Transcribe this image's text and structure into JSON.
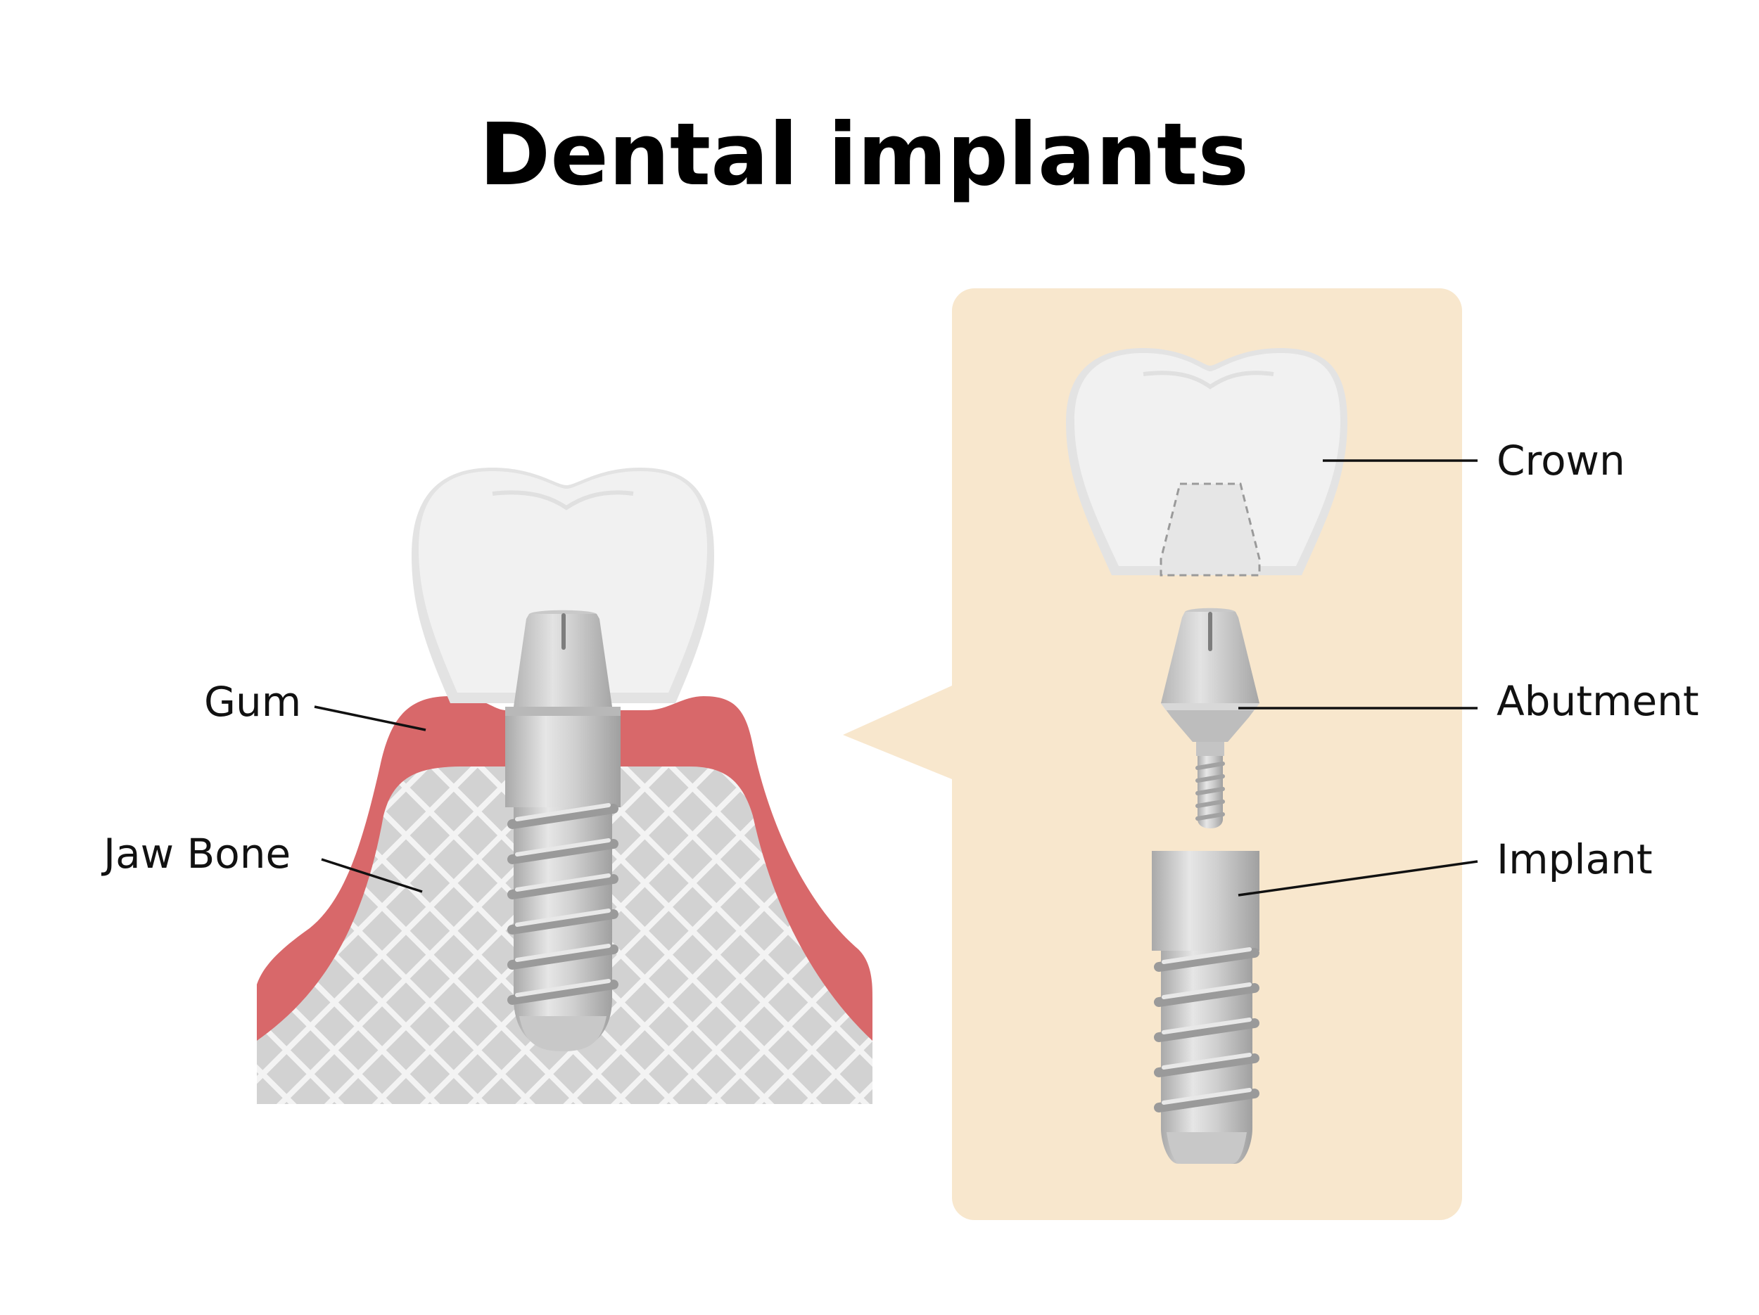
{
  "title": "Dental implants",
  "labels": {
    "gum": "Gum",
    "jaw_bone": "Jaw Bone",
    "crown": "Crown",
    "abutment": "Abutment",
    "implant": "Implant"
  },
  "colors": {
    "background": "#ffffff",
    "callout_panel": "#f8e7cd",
    "gum": "#d8686a",
    "bone": "#d2d2d2",
    "bone_mesh": "#f3f3f3",
    "crown": "#f0f0f0",
    "crown_shadow": "#e2e2e2",
    "metal_light": "#e2e2e2",
    "metal_mid": "#b9b9b9",
    "metal_dark": "#9a9a9a",
    "leader_line": "#111111"
  }
}
